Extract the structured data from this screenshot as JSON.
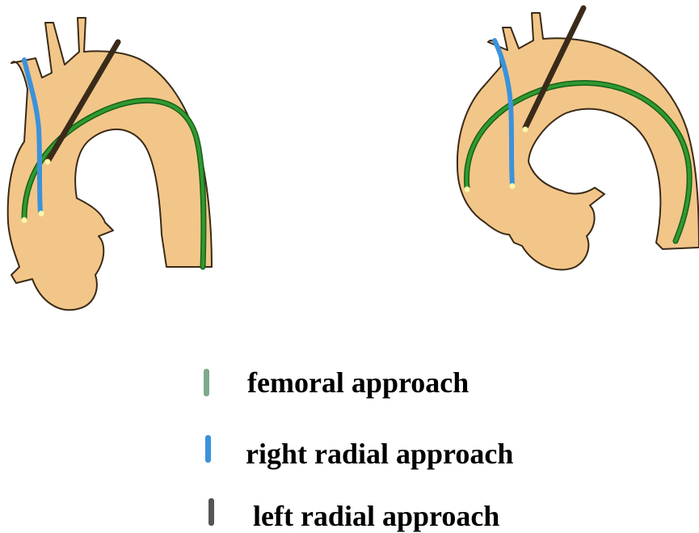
{
  "legend": [
    {
      "label": "femoral approach",
      "color": "#7fa98c",
      "icon": "femoral-catheter-swatch"
    },
    {
      "label": "right radial approach",
      "color": "#3b92dc",
      "icon": "right-radial-catheter-swatch"
    },
    {
      "label": "left radial approach",
      "color": "#555555",
      "icon": "left-radial-catheter-swatch"
    }
  ],
  "colors": {
    "aorta_fill": "#f2c689",
    "aorta_outline": "#3a2a18",
    "femoral": "#2f9a2f",
    "femoral_outline": "#1a5f1a",
    "right_radial": "#3b92dc",
    "left_radial": "#3a2a1a",
    "catheter_tip": "#fff7a8"
  }
}
